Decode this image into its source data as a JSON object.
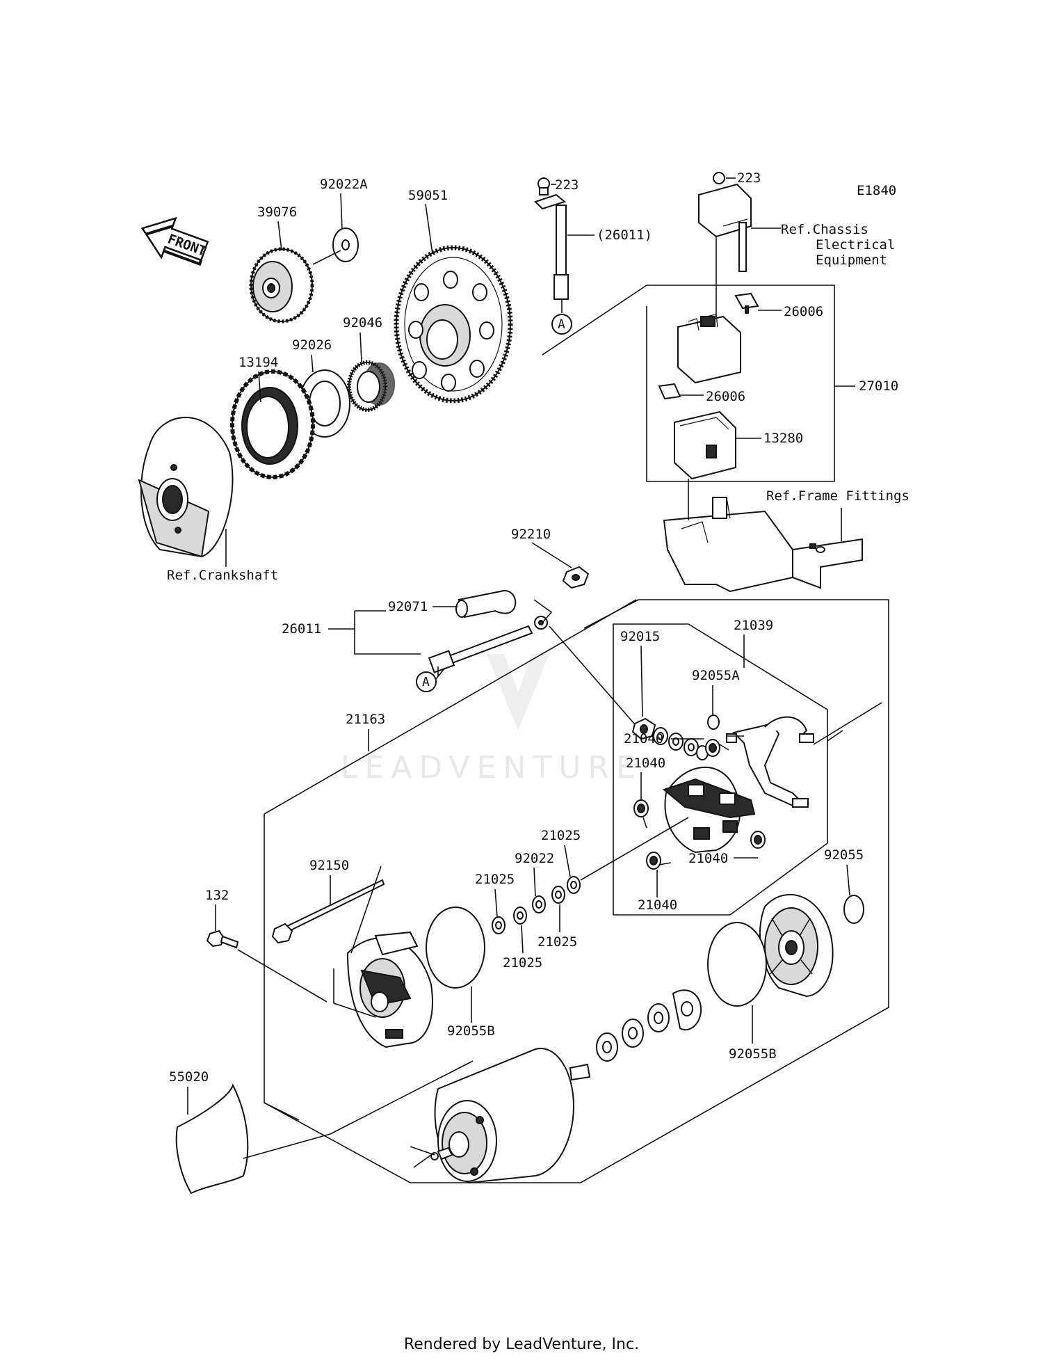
{
  "diagram": {
    "code": "E1840",
    "front_label": "FRONT",
    "watermark": "LEADVENTURE",
    "footer": "Rendered by LeadVenture, Inc.",
    "references": {
      "chassis_1": "Ref.Chassis",
      "chassis_2": "Electrical",
      "chassis_3": "Equipment",
      "frame": "Ref.Frame Fittings",
      "crankshaft": "Ref.Crankshaft"
    },
    "callout_a": "A",
    "parts": {
      "p39076": "39076",
      "p92022A": "92022A",
      "p59051": "59051",
      "p223a": "223",
      "p26011b": "(26011)",
      "p223b": "223",
      "p26006a": "26006",
      "p27010": "27010",
      "p26006b": "26006",
      "p13280": "13280",
      "p92046": "92046",
      "p92026": "92026",
      "p13194": "13194",
      "p92210": "92210",
      "p92071": "92071",
      "p26011": "26011",
      "p21039": "21039",
      "p92015": "92015",
      "p92055A": "92055A",
      "p21040a": "21040",
      "p21040b": "21040",
      "p21040c": "21040",
      "p21040d": "21040",
      "p21163": "21163",
      "p21025a": "21025",
      "p92022": "92022",
      "p21025b": "21025",
      "p21025c": "21025",
      "p21025d": "21025",
      "p92055": "92055",
      "p92150": "92150",
      "p132": "132",
      "p92055Ba": "92055B",
      "p92055Bb": "92055B",
      "p55020": "55020"
    }
  }
}
